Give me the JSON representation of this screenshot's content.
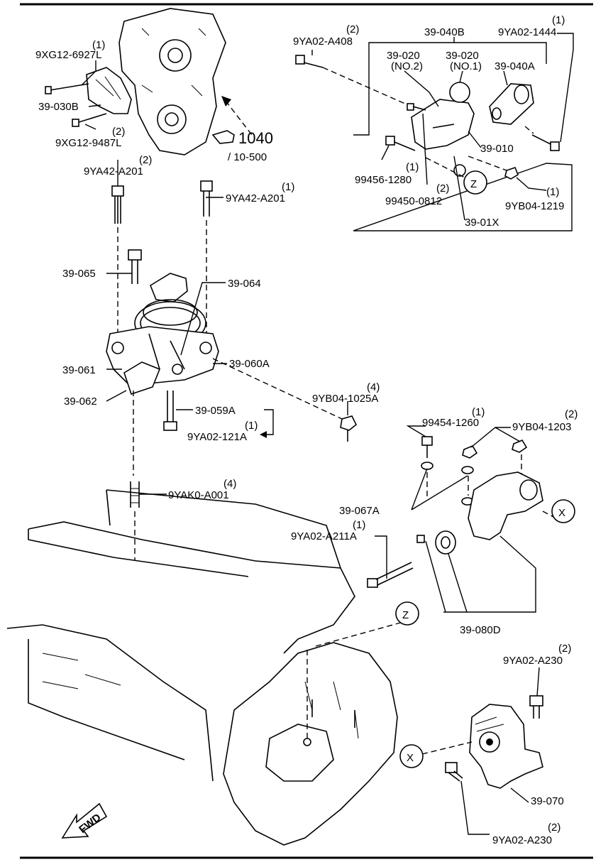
{
  "labels": {
    "bolt_9xg12_6927l": "9XG12-6927L",
    "qty_9xg12_6927l": "(1)",
    "bracket_39_030b": "39-030B",
    "bolt_9xg12_9487l": "9XG12-9487L",
    "qty_9xg12_9487l": "(2)",
    "ref_1040": "1040",
    "ref_10_500": "/ 10-500",
    "bolt_9ya42_a201_left": "9YA42-A201",
    "qty_9ya42_a201_left": "(2)",
    "bolt_9ya42_a201_right": "9YA42-A201",
    "qty_9ya42_a201_right": "(1)",
    "bolt_9ya02_a408": "9YA02-A408",
    "qty_9ya02_a408": "(2)",
    "mount_39_040b": "39-040B",
    "bolt_9ya02_1444": "9YA02-1444",
    "qty_9ya02_1444": "(1)",
    "part_39_020_no2": "39-020",
    "sub_no2": "(NO.2)",
    "part_39_020_no1": "39-020",
    "sub_no1": "(NO.1)",
    "mount_39_040a": "39-040A",
    "part_39_010": "39-010",
    "bolt_99456_1280": "99456-1280",
    "qty_99456_1280": "(1)",
    "bolt_99450_0812": "99450-0812",
    "qty_99450_0812": "(2)",
    "marker_z_top": "Z",
    "nut_9yb04_1219": "9YB04-1219",
    "qty_9yb04_1219": "(1)",
    "part_39_01x": "39-01X",
    "bolt_39_065": "39-065",
    "insulator_39_064": "39-064",
    "bracket_39_061": "39-061",
    "mount_39_060a": "39-060A",
    "bracket_39_062": "39-062",
    "nut_9yb04_1025a": "9YB04-1025A",
    "qty_9yb04_1025a": "(4)",
    "bolt_39_059a": "39-059A",
    "bolt_9ya02_121a": "9YA02-121A",
    "qty_9ya02_121a": "(1)",
    "bolt_99454_1260": "99454-1260",
    "qty_99454_1260": "(1)",
    "nut_9yb04_1203": "9YB04-1203",
    "qty_9yb04_1203": "(2)",
    "stud_9yak0_a001": "9YAK0-A001",
    "qty_9yak0_a001": "(4)",
    "washer_39_067a": "39-067A",
    "marker_x_right": "X",
    "bolt_9ya02_a211a": "9YA02-A211A",
    "qty_9ya02_a211a": "(1)",
    "marker_z_bottom": "Z",
    "mount_39_080d": "39-080D",
    "bolt_9ya02_a230_top": "9YA02-A230",
    "qty_9ya02_a230_top": "(2)",
    "marker_x_bottom": "X",
    "mount_39_070": "39-070",
    "bolt_9ya02_a230_bottom": "9YA02-A230",
    "qty_9ya02_a230_bottom": "(2)",
    "fwd": "FWD"
  }
}
